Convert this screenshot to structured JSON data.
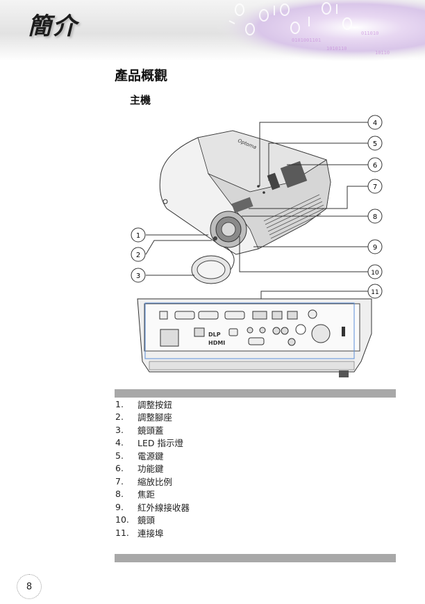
{
  "header": {
    "chapter_title": "簡介"
  },
  "section_title": "產品概觀",
  "subsection_title": "主機",
  "figure": {
    "callouts": [
      "1",
      "2",
      "3",
      "4",
      "5",
      "6",
      "7",
      "8",
      "9",
      "10",
      "11"
    ],
    "brand_logo": "Optoma",
    "hdmi_logo": "HDMI",
    "dlp_logo": "DLP"
  },
  "parts_list": [
    {
      "num": "1.",
      "label": "調整按鈕"
    },
    {
      "num": "2.",
      "label": "調整腳座"
    },
    {
      "num": "3.",
      "label": "鏡頭蓋"
    },
    {
      "num": "4.",
      "label": "LED 指示燈"
    },
    {
      "num": "5.",
      "label": "電源鍵"
    },
    {
      "num": "6.",
      "label": "功能鍵"
    },
    {
      "num": "7.",
      "label": "縮放比例"
    },
    {
      "num": "8.",
      "label": "焦距"
    },
    {
      "num": "9.",
      "label": "紅外線接收器"
    },
    {
      "num": "10.",
      "label": "鏡頭"
    },
    {
      "num": "11.",
      "label": "連接埠"
    }
  ],
  "page_number": "8"
}
